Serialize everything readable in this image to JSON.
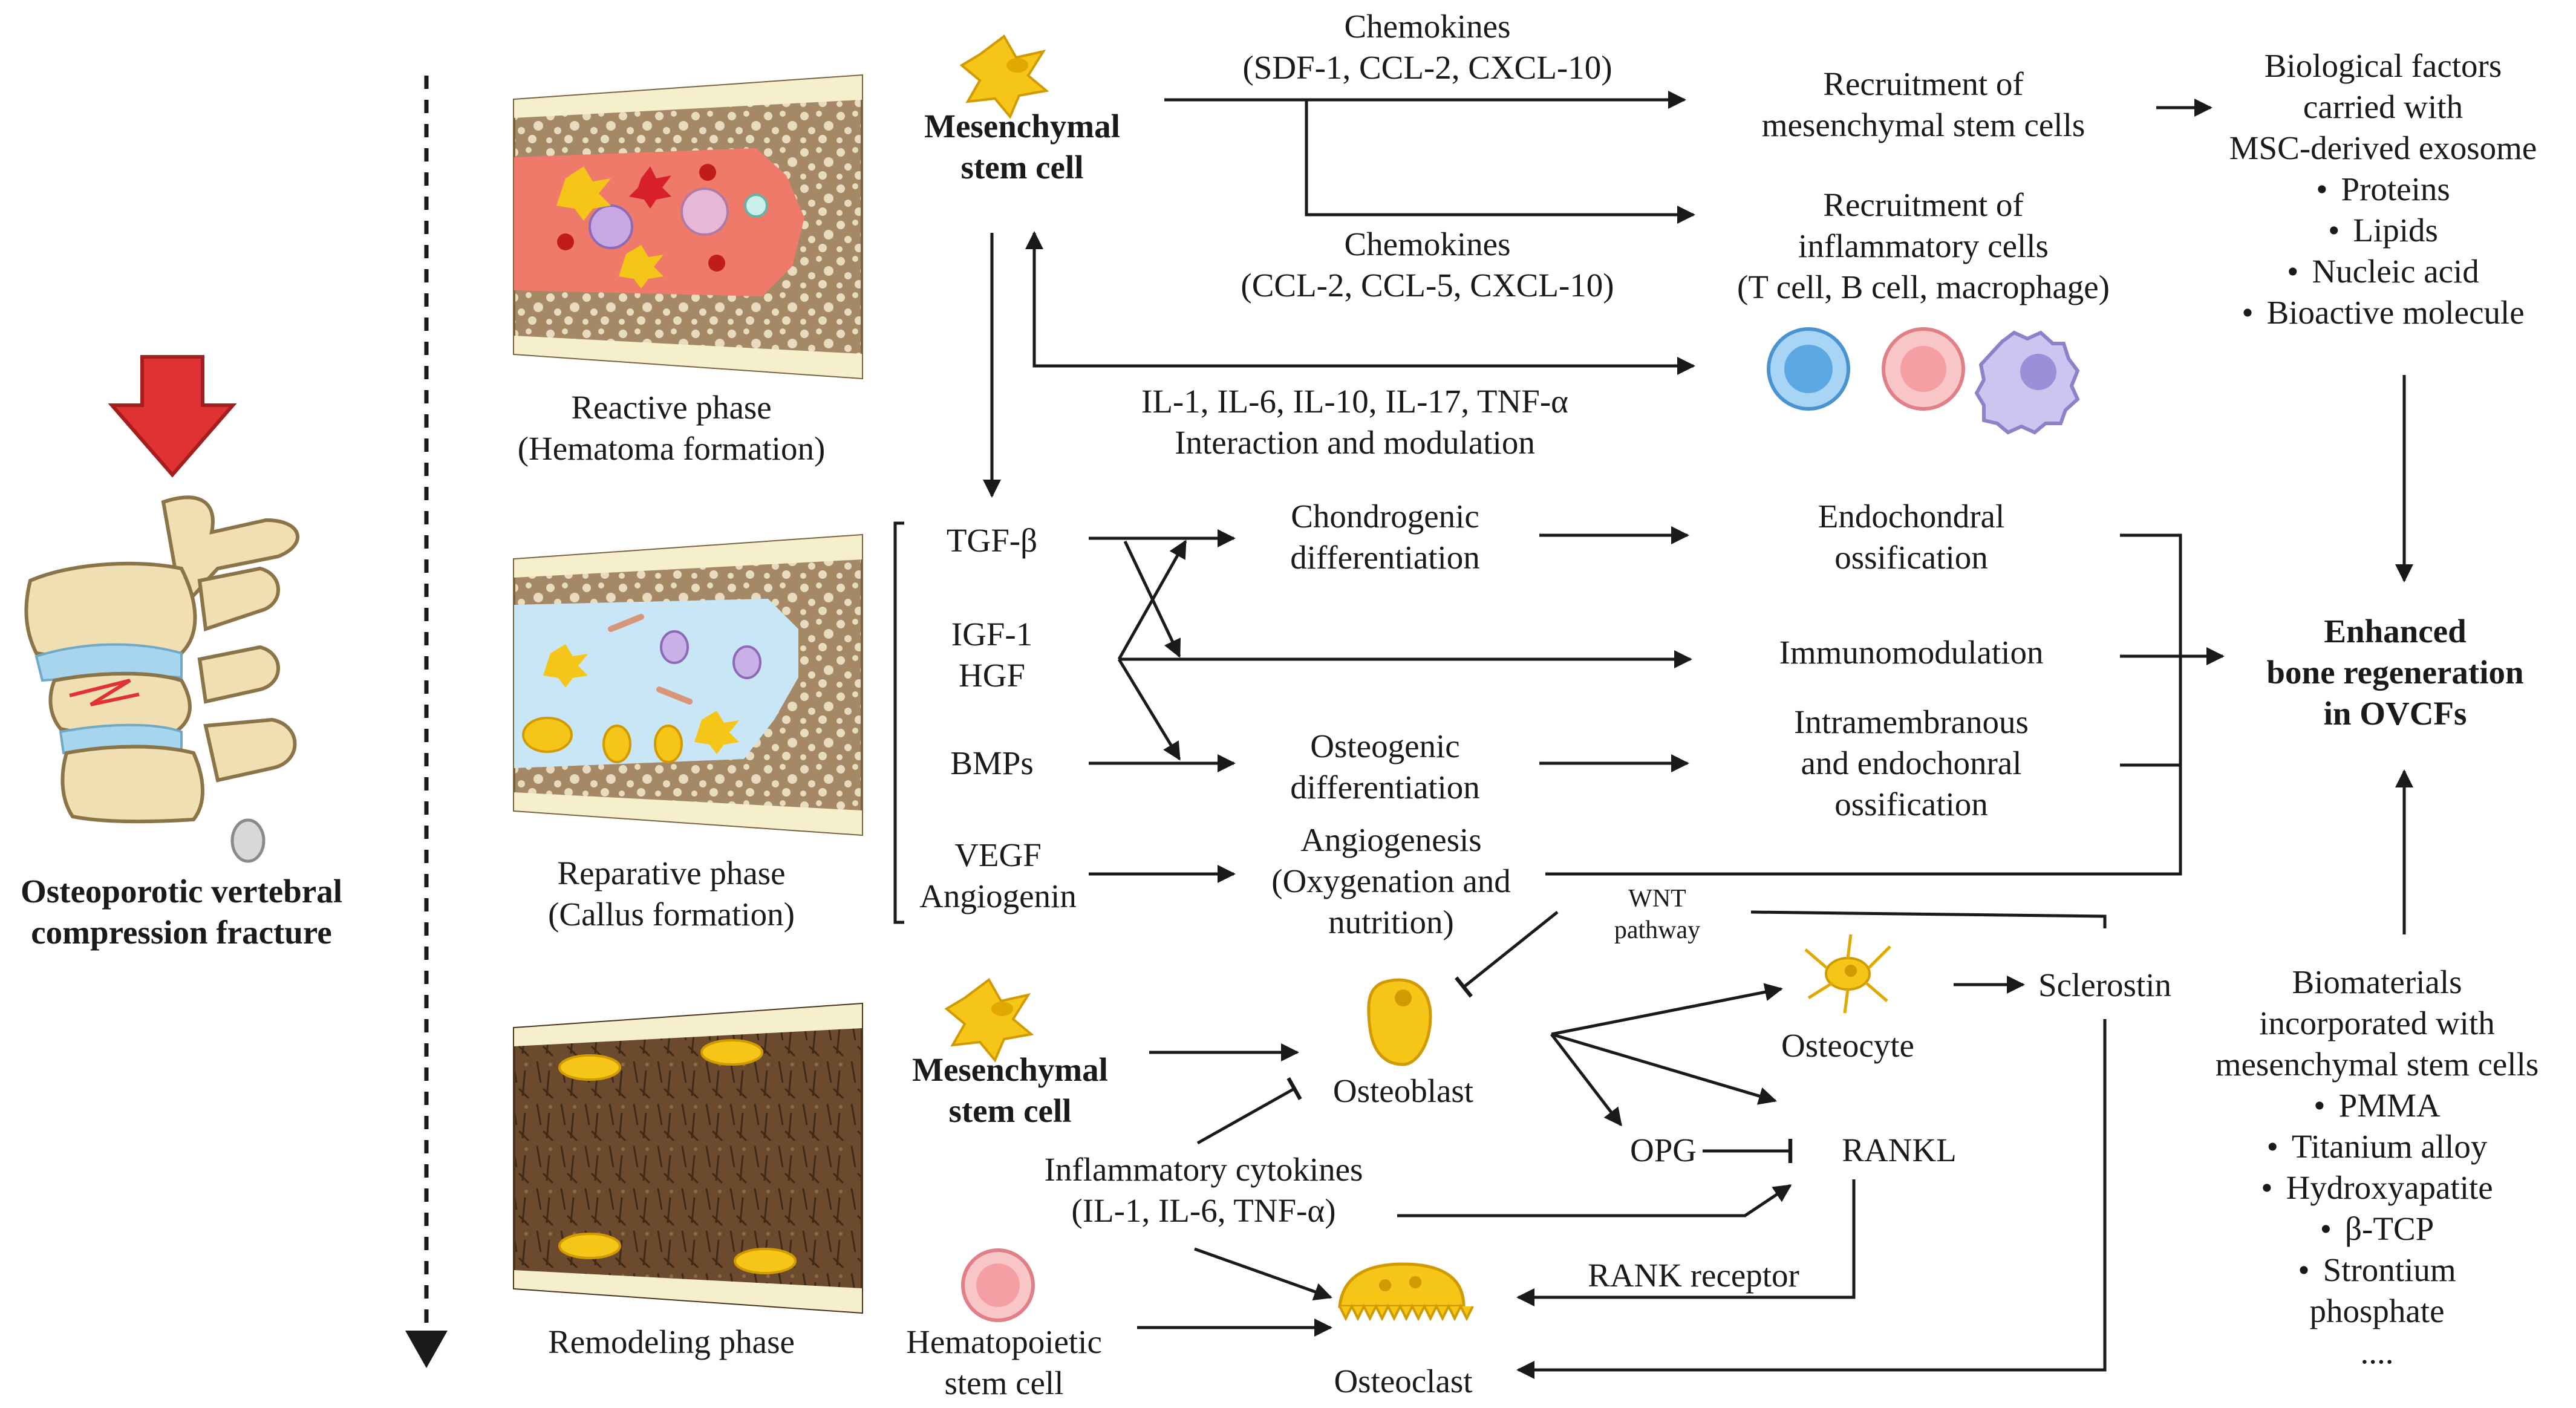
{
  "fracture": {
    "title_line1": "Osteoporotic vertebral",
    "title_line2": "compression fracture"
  },
  "phases": {
    "reactive": {
      "line1": "Reactive phase",
      "line2": "(Hematoma formation)"
    },
    "reparative": {
      "line1": "Reparative phase",
      "line2": "(Callus formation)"
    },
    "remodeling": {
      "line1": "Remodeling phase"
    }
  },
  "top": {
    "msc_line1": "Mesenchymal",
    "msc_line2": "stem cell",
    "chemokines1_line1": "Chemokines",
    "chemokines1_line2": "(SDF-1, CCL-2, CXCL-10)",
    "chemokines2_line1": "Chemokines",
    "chemokines2_line2": "(CCL-2, CCL-5, CXCL-10)",
    "recruit_msc_line1": "Recruitment of",
    "recruit_msc_line2": "mesenchymal stem cells",
    "recruit_inf_line1": "Recruitment of",
    "recruit_inf_line2": "inflammatory cells",
    "recruit_inf_line3": "(T cell, B cell, macrophage)",
    "interleukins_line1": "IL-1, IL-6, IL-10, IL-17, TNF-α",
    "interleukins_line2": "Interaction and modulation",
    "bio_line1": "Biological factors",
    "bio_line2": "carried with",
    "bio_line3": "MSC-derived exosome",
    "bio_items": [
      "Proteins",
      "Lipids",
      "Nucleic acid",
      "Bioactive molecule"
    ]
  },
  "middle": {
    "tgf": "TGF-β",
    "igf_line1": "IGF-1",
    "igf_line2": "HGF",
    "bmps": "BMPs",
    "vegf_line1": "VEGF",
    "vegf_line2": "Angiogenin",
    "chondro_line1": "Chondrogenic",
    "chondro_line2": "differentiation",
    "osteo_line1": "Osteogenic",
    "osteo_line2": "differentiation",
    "angio_line1": "Angiogenesis",
    "angio_line2": "(Oxygenation and",
    "angio_line3": "nutrition)",
    "endo_line1": "Endochondral",
    "endo_line2": "ossification",
    "immuno": "Immunomodulation",
    "intra_line1": "Intramembranous",
    "intra_line2": "and endochonral",
    "intra_line3": "ossification",
    "enhanced_line1": "Enhanced",
    "enhanced_line2": "bone regeneration",
    "enhanced_line3": "in OVCFs"
  },
  "bottom": {
    "msc_line1": "Mesenchymal",
    "msc_line2": "stem cell",
    "wnt_line1": "WNT",
    "wnt_line2": "pathway",
    "osteoblast": "Osteoblast",
    "osteocyte": "Osteocyte",
    "sclerostin": "Sclerostin",
    "opg": "OPG",
    "rankl": "RANKL",
    "infl_line1": "Inflammatory cytokines",
    "infl_line2": "(IL-1, IL-6, TNF-α)",
    "rank_receptor": "RANK receptor",
    "hsc_line1": "Hematopoietic",
    "hsc_line2": "stem cell",
    "osteoclast": "Osteoclast",
    "biomat_line1": "Biomaterials",
    "biomat_line2": "incorporated with",
    "biomat_line3": "mesenchymal stem cells",
    "biomat_items": [
      "PMMA",
      "Titanium alloy",
      "Hydroxyapatite",
      "β-TCP",
      "Strontium"
    ],
    "biomat_item5_line2": "phosphate",
    "biomat_more": "...."
  },
  "colors": {
    "arrow_red": "#e03232",
    "hematoma": "#f07a6a",
    "callus": "#c9e6f7",
    "bone_spongy": "#a58966",
    "bone_dense": "#6b4a2e",
    "cortex": "#f6efcc",
    "cell_yellow": "#f5c518"
  }
}
